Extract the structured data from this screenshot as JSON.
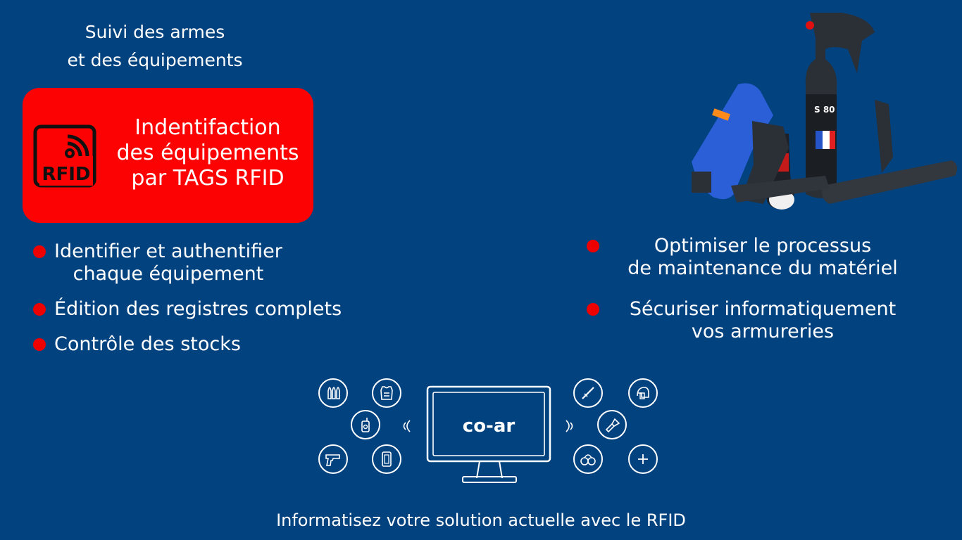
{
  "header": {
    "line1": "Suivi des armes",
    "line2": "et des équipements"
  },
  "rfid_box": {
    "icon_text": "RFID",
    "line1": "Indentifaction",
    "line2": "des équipements",
    "line3": "par TAGS RFID"
  },
  "left_bullets": [
    {
      "line1": "Identifier et authentifier",
      "line2": "chaque équipement"
    },
    {
      "line1": "Édition des registres complets"
    },
    {
      "line1": "Contrôle des stocks"
    }
  ],
  "right_bullets": [
    {
      "line1": "Optimiser le processus",
      "line2": "de maintenance du matériel"
    },
    {
      "line1": "Sécuriser informatiquement",
      "line2": "vos armureries"
    }
  ],
  "monitor": {
    "logo": "co-ar"
  },
  "icons": {
    "left": [
      "ammunition-icon",
      "bulletproof-vest-icon",
      "radio-icon",
      "pistol-icon",
      "shield-icon"
    ],
    "right": [
      "baton-icon",
      "helmet-icon",
      "flashlight-icon",
      "handcuffs-icon",
      "plus-icon"
    ]
  },
  "footer": "Informatisez votre solution actuelle avec le RFID",
  "colors": {
    "background": "#02427f",
    "accent_red": "#fc0202",
    "text": "#ffffff"
  }
}
